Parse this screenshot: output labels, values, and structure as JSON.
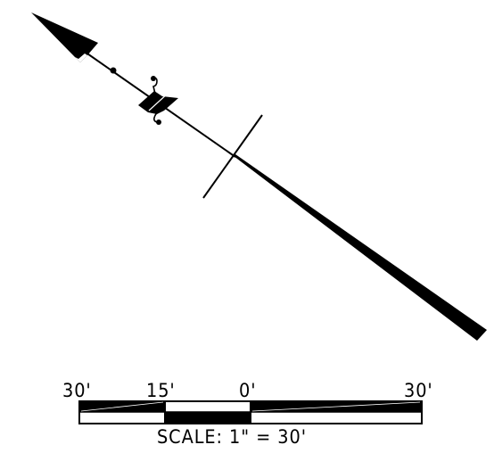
{
  "scale_bar": {
    "tick_labels": [
      "30'",
      "15'",
      "0'",
      "30'"
    ],
    "caption": "SCALE: 1\" = 30'"
  },
  "colors": {
    "ink": "#000000",
    "background": "#ffffff"
  }
}
